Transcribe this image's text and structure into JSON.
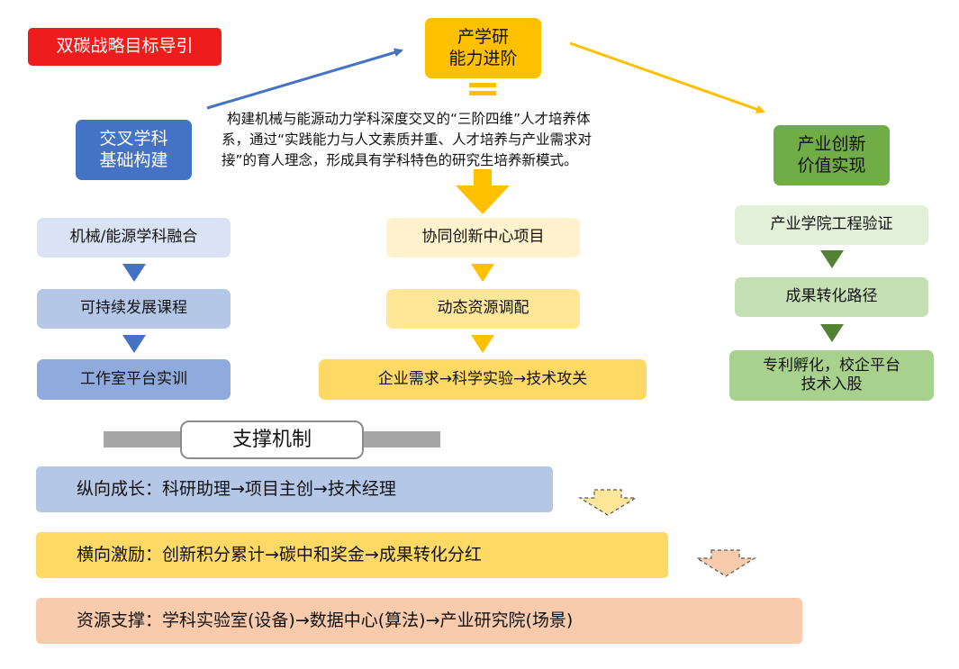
{
  "title_badge": "双碳战略目标导引",
  "top_node": {
    "line1": "产学研",
    "line2": "能力进阶"
  },
  "left_node": {
    "line1": "交叉学科",
    "line2": "基础构建"
  },
  "right_node": {
    "line1": "产业创新",
    "line2": "价值实现"
  },
  "description": {
    "line1": "构建机械与能源动力学科深度交叉的“三阶四维”人才培养体",
    "line2": "系，通过“实践能力与人文素质并重、人才培养与产业需求对",
    "line3": "接”的育人理念，形成具有学科特色的研究生培养新模式。"
  },
  "left_column": [
    "机械/能源学科融合",
    "可持续发展课程",
    "工作室平台实训"
  ],
  "middle_column": [
    "协同创新中心项目",
    "动态资源调配",
    "企业需求→科学实验→技术攻关"
  ],
  "right_column": [
    {
      "line1": "产业学院工程验证",
      "line2": ""
    },
    {
      "line1": "成果转化路径",
      "line2": ""
    },
    {
      "line1": "专利孵化，校企平台",
      "line2": "技术入股"
    }
  ],
  "support_title": "支撑机制",
  "mechanisms": [
    "纵向成长：科研助理→项目主创→技术经理",
    "横向激励：创新积分累计→碳中和奖金→成果转化分红",
    "资源支撑：学科实验室(设备)→数据中心(算法)→产业研究院(场景)"
  ],
  "colors": {
    "red": "#ee1c1c",
    "gold": "#ffc000",
    "blue_dark": "#4472c4",
    "green_dark": "#70ad47",
    "blue_light": "#dae3f3",
    "blue_mid": "#b4c7e7",
    "blue_deep": "#8faadc",
    "yellow_light": "#fff2cc",
    "yellow_mid": "#ffe699",
    "green_light": "#e2f0d9",
    "green_mid": "#c5e0b4",
    "green_deep": "#a9d18e",
    "peach": "#f8cbad",
    "gray_bar": "#a6a6a6"
  }
}
